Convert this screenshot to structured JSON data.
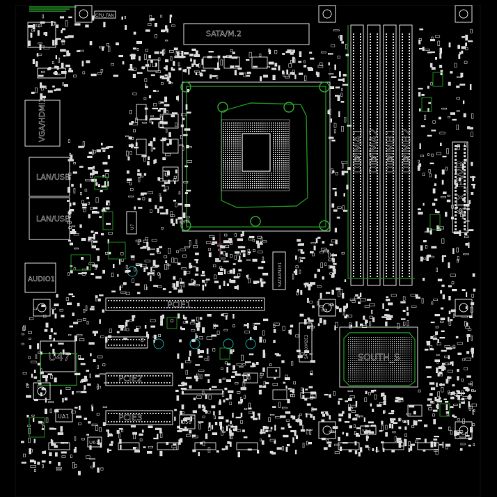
{
  "board": {
    "background_color": "#000000",
    "silkscreen_color": "#e6e6e6",
    "outline_color": "#1f8a1f",
    "via_color": "#1aa3a3",
    "layer": "top silkscreen"
  },
  "labels": {
    "cpu_fan": "CPU_FAN",
    "vga_hdmi": "VGA/HDMI1",
    "lan_usb1": "LAN/USB",
    "lan_usb2": "LAN/USB",
    "audio": "AUDIO1",
    "u47": "U47",
    "ua1": "UA1",
    "u61": "U61",
    "u56": "U56",
    "u12": "U12",
    "u7": "U7",
    "dimm_a1": "DIMMA1",
    "dimm_a2": "DIMMA2",
    "dimm_b1": "DIMMB1",
    "dimm_b2": "DIMMB2",
    "atx_pwr": "ATX_PWR",
    "sata_ssd": "SATA/M.2",
    "sata_m2_1": "SATAXM2E1",
    "sata_m2_2": "SATAXM2E2",
    "pch": "SOUTH_S",
    "pcie1": "PCIE1",
    "pcie2": "PCIE2",
    "pcie3": "PCIE3",
    "spi1": "SPI1"
  }
}
